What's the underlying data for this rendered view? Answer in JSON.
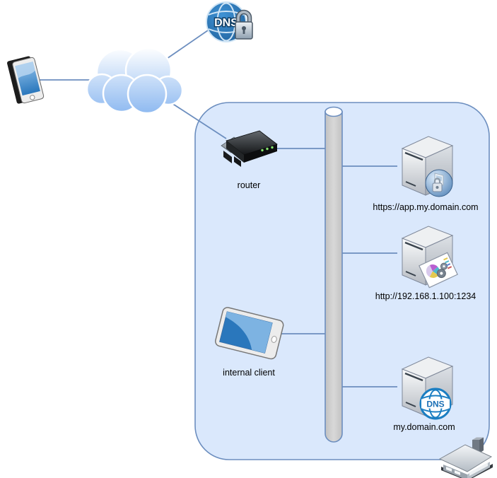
{
  "diagram": {
    "external": {
      "dns_service": {
        "icon": "dns-globe-lock",
        "globe_text": "DNS"
      },
      "client_phone": {
        "icon": "smartphone"
      },
      "internet": {
        "icon": "cloud"
      }
    },
    "internal_network": {
      "router": {
        "label": "router",
        "icon": "router"
      },
      "backbone": {
        "icon": "network-bus-cylinder"
      },
      "internal_client": {
        "label": "internal client",
        "icon": "tablet"
      },
      "servers": [
        {
          "label": "https://app.my.domain.com",
          "icon": "server-tower-secure-web-globe"
        },
        {
          "label": "http://192.168.1.100:1234",
          "icon": "server-tower-application-card"
        },
        {
          "label": "my.domain.com",
          "icon": "server-tower-dns-globe",
          "globe_text": "DNS"
        }
      ],
      "house": {
        "icon": "house"
      }
    },
    "colors": {
      "boundary_fill": "#dae8fc",
      "boundary_stroke": "#6c8ebf",
      "connector_stroke": "#6c8ebf",
      "label_color": "#000000",
      "cylinder_fill": "#cccccc",
      "cloud_gradient_top": "#fdfeff",
      "cloud_gradient_bottom": "#8cb8f0",
      "dns_globe_blue": "#1b7ec2",
      "screen_blue": "#2a77bc",
      "led_green": "#86e36f"
    }
  }
}
